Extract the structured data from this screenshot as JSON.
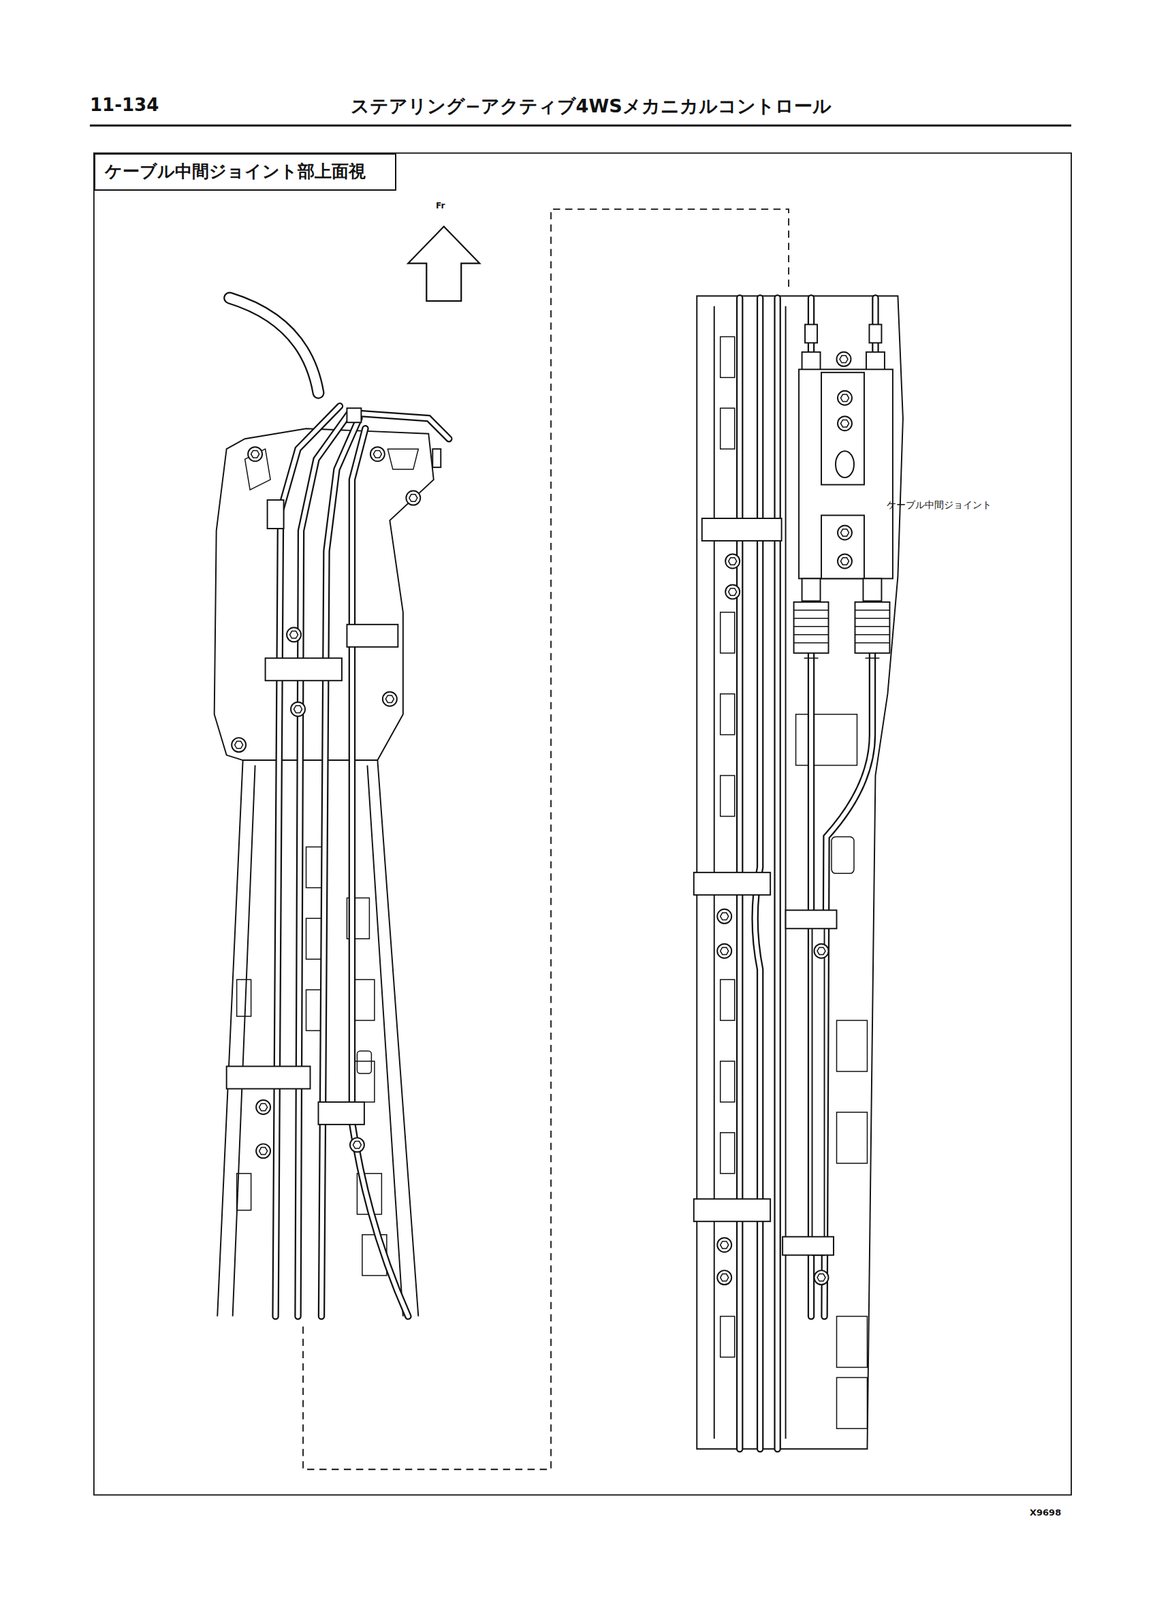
{
  "diagram": {
    "title": "ステアリング−アクティブ4WSメカニカルコントロール",
    "nodes": [
      {
        "text": [
          "ケーブル中間ジョイント部上面視"
        ]
      }
    ],
    "labels": [
      "11-134",
      "Fr",
      "ケーブル中間ジョイント",
      "X9698"
    ]
  }
}
